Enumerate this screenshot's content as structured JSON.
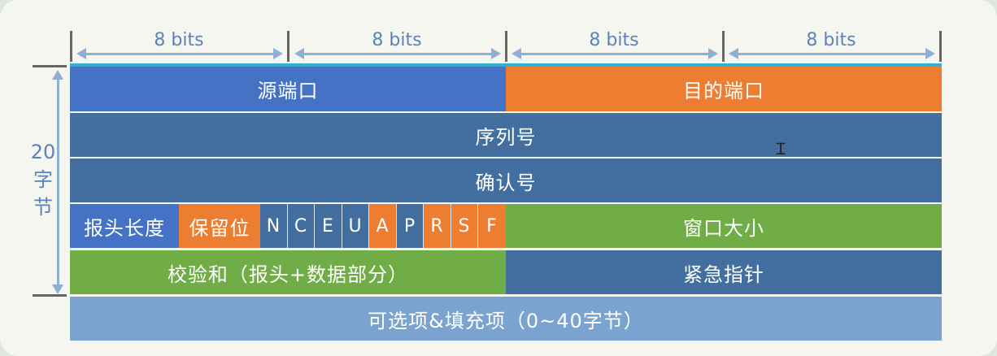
{
  "bits_labels": [
    "8 bits",
    "8 bits",
    "8 bits",
    "8 bits"
  ],
  "side_label": [
    "20",
    "字",
    "节"
  ],
  "rows": {
    "row1": {
      "src_port": "源端口",
      "dst_port": "目的端口"
    },
    "row2": {
      "seq": "序列号"
    },
    "row3": {
      "ack": "确认号"
    },
    "row4": {
      "header_len": "报头长度",
      "reserved": "保留位",
      "flags": [
        "N",
        "C",
        "E",
        "U",
        "A",
        "P",
        "R",
        "S",
        "F"
      ],
      "window": "窗口大小"
    },
    "row5": {
      "checksum": "校验和（报头+数据部分）",
      "urgent": "紧急指针"
    },
    "row6": {
      "options": "可选项&填充项（0~40字节）"
    }
  },
  "colors": {
    "blue": "#4472c4",
    "orange": "#ed7d31",
    "steel": "#426f9f",
    "green": "#70ad47",
    "light": "#7aa3cf",
    "annotation": "#5b83b8"
  },
  "icons": {
    "cursor": "text-cursor-icon"
  }
}
